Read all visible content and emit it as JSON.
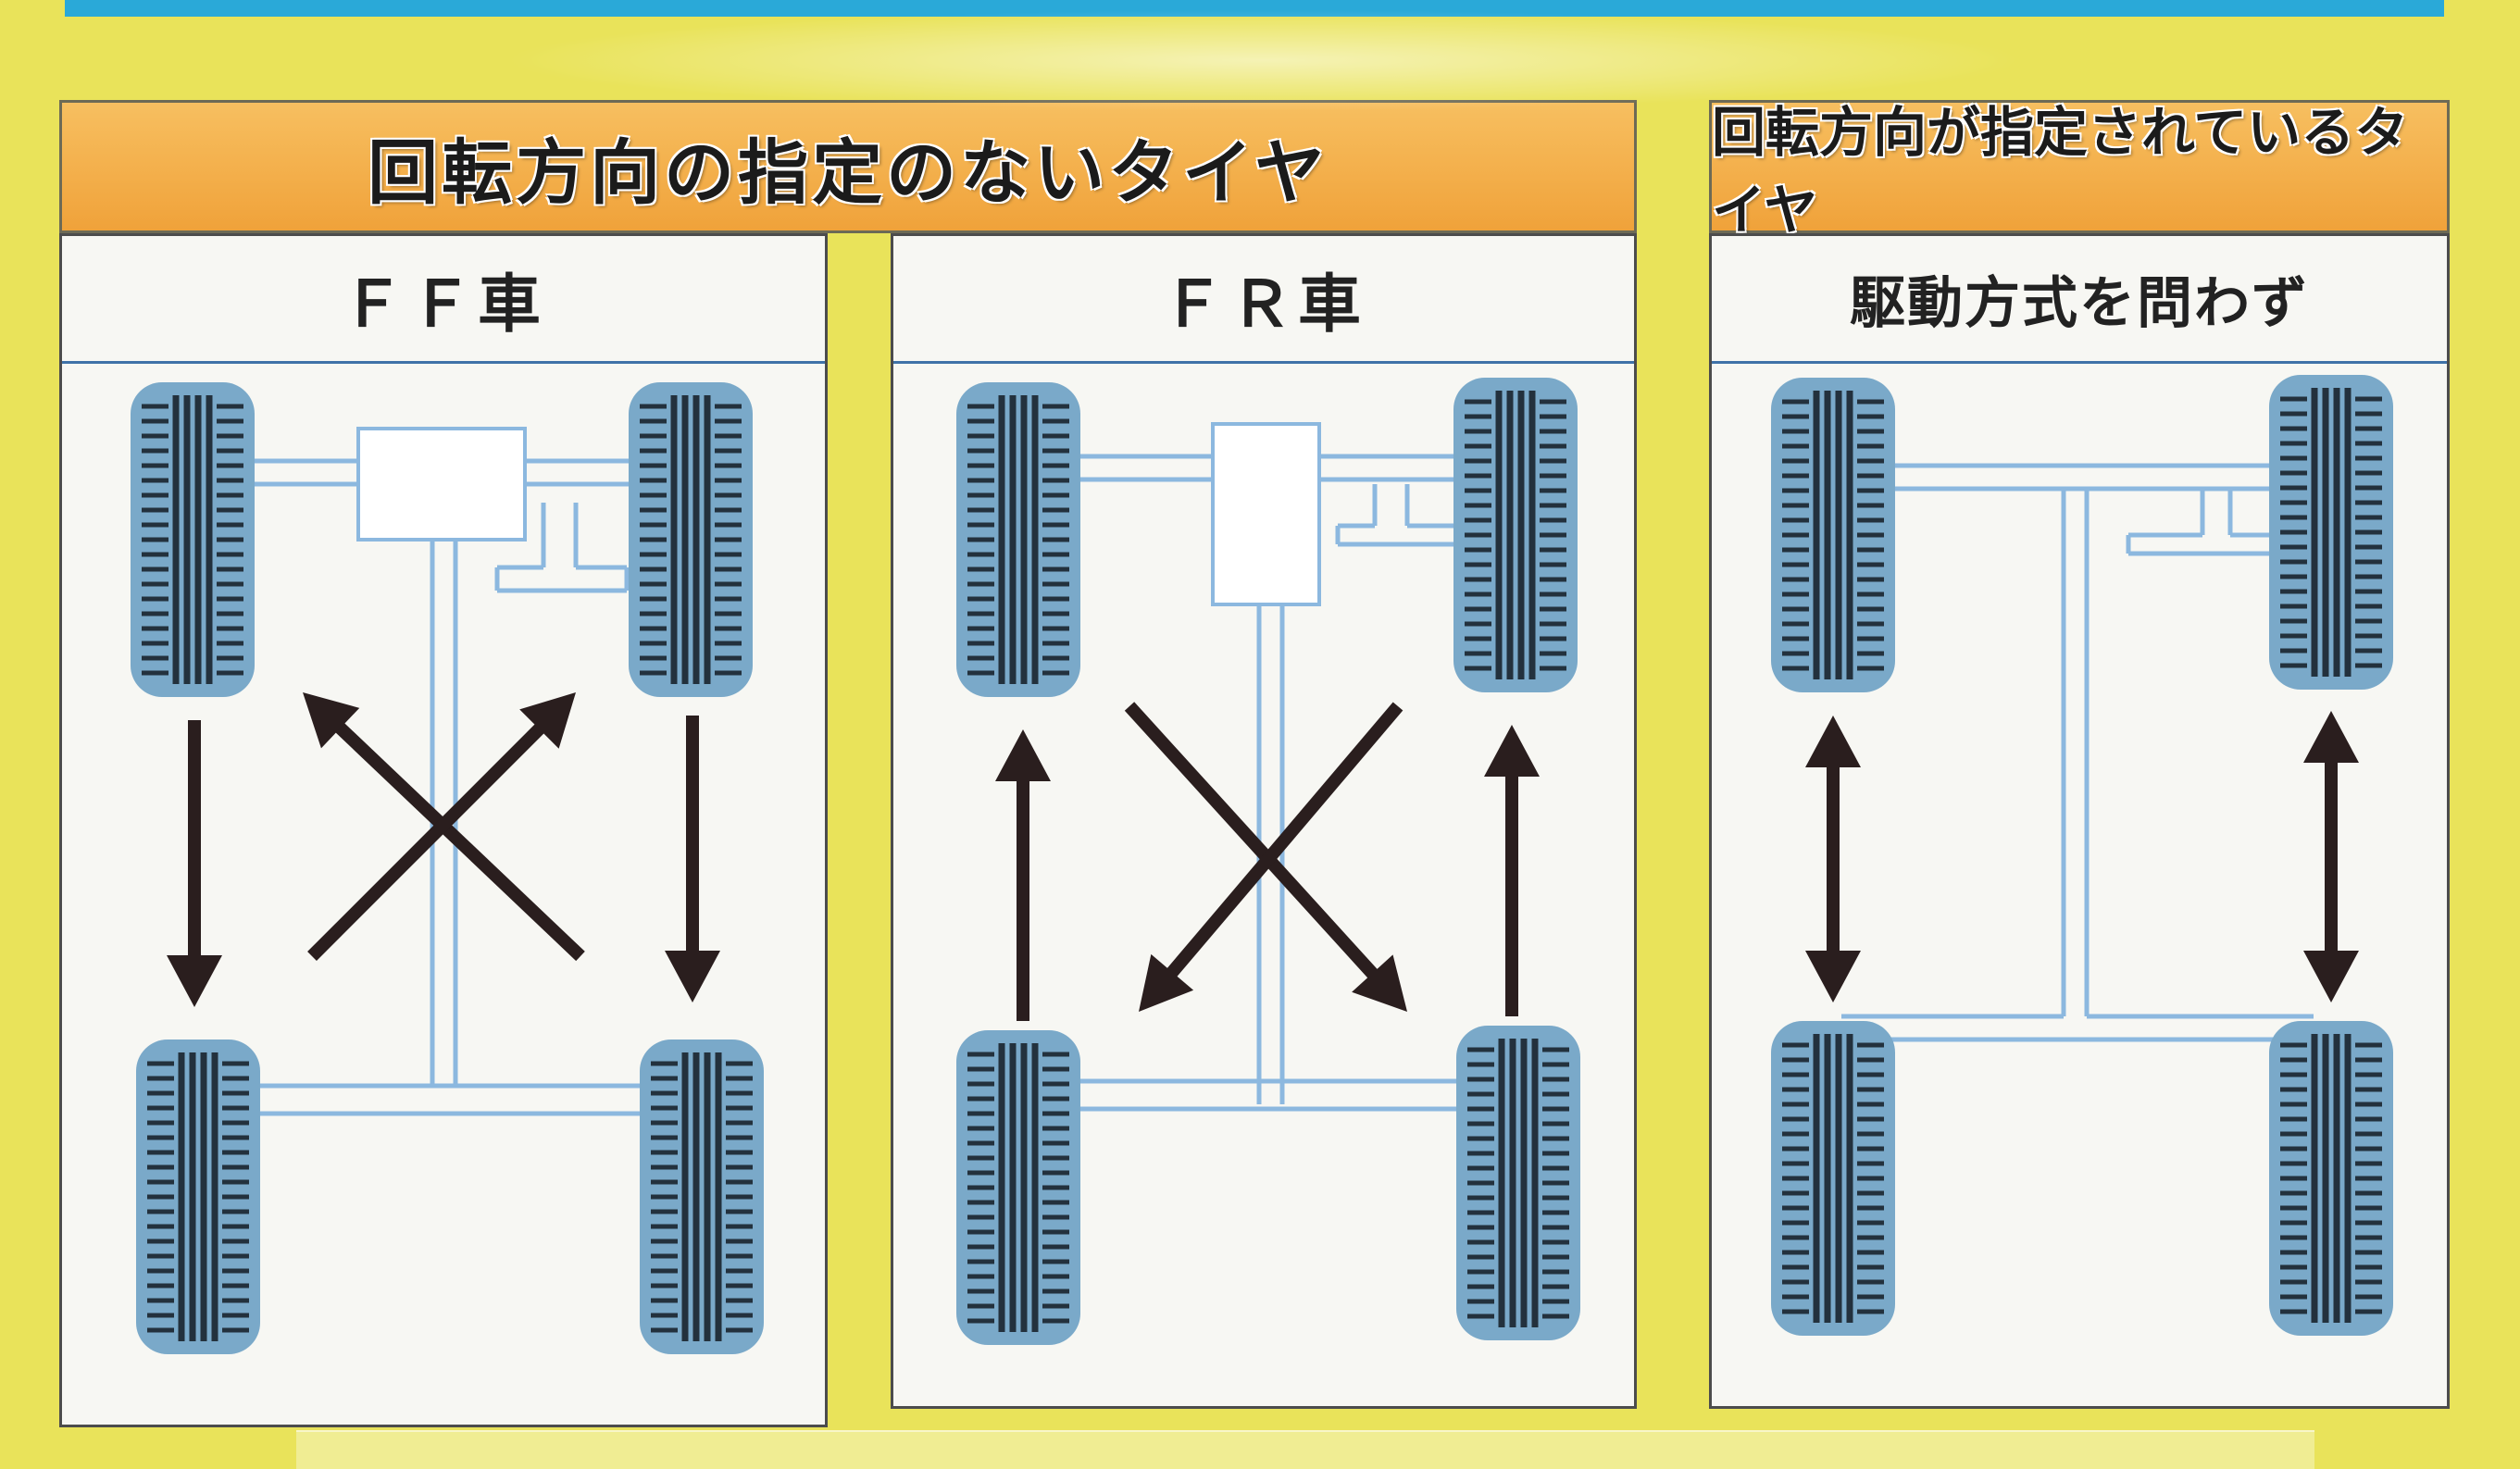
{
  "header_non_directional": "回転方向の指定のないタイヤ",
  "header_directional": "回転方向が指定されているタイヤ",
  "panels": [
    {
      "title": "ＦＦ車"
    },
    {
      "title": "ＦＲ車"
    },
    {
      "title": "駆動方式を問わず"
    }
  ],
  "colors": {
    "background": "#e9e35a",
    "header": "#f0a23a",
    "tire": "#7aa9c9",
    "tire_tread": "#23313d",
    "chassis": "#8cb8df",
    "arrow": "#2a1e1e"
  }
}
